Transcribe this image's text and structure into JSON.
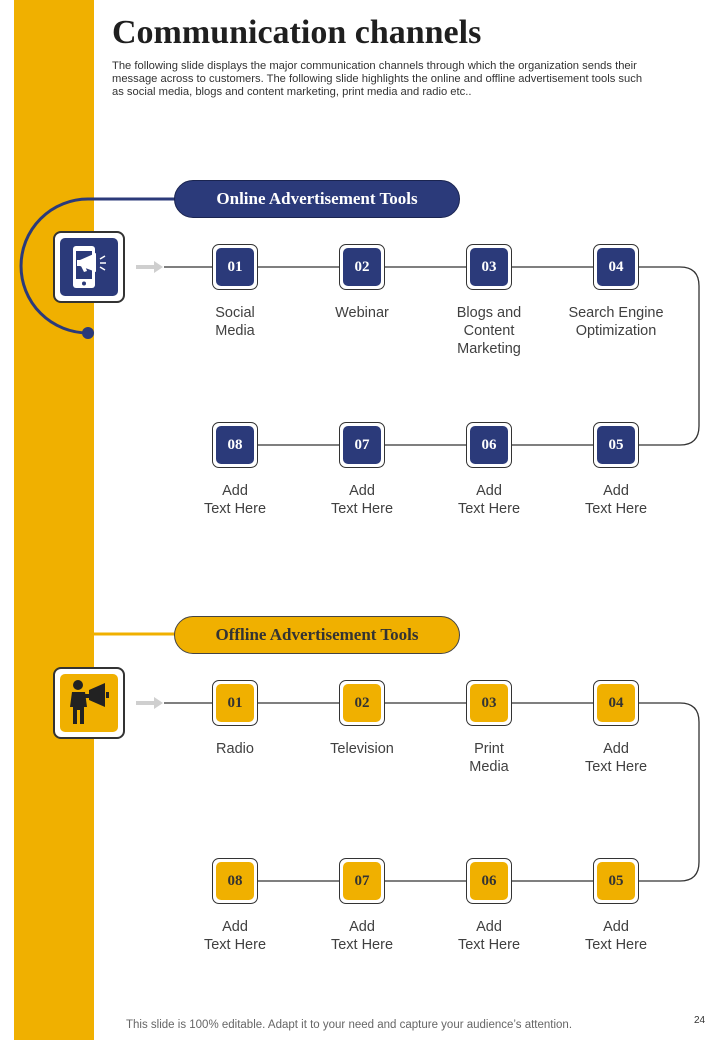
{
  "title": "Communication channels",
  "subtitle": "The following slide displays the major communication channels through which the organization sends their message across to customers. The following slide highlights the online and offline advertisement tools such as social media, blogs and content marketing, print media and radio etc..",
  "online": {
    "heading": "Online Advertisement Tools",
    "icon": "phone-megaphone-icon",
    "top_row": [
      {
        "num": "01",
        "label": "Social\nMedia"
      },
      {
        "num": "02",
        "label": "Webinar"
      },
      {
        "num": "03",
        "label": "Blogs and\nContent\nMarketing"
      },
      {
        "num": "04",
        "label": "Search Engine\nOptimization"
      }
    ],
    "bottom_row": [
      {
        "num": "08",
        "label": "Add\nText Here"
      },
      {
        "num": "07",
        "label": "Add\nText Here"
      },
      {
        "num": "06",
        "label": "Add\nText Here"
      },
      {
        "num": "05",
        "label": "Add\nText Here"
      }
    ]
  },
  "offline": {
    "heading": "Offline Advertisement Tools",
    "icon": "person-megaphone-icon",
    "top_row": [
      {
        "num": "01",
        "label": "Radio"
      },
      {
        "num": "02",
        "label": "Television"
      },
      {
        "num": "03",
        "label": "Print\nMedia"
      },
      {
        "num": "04",
        "label": "Add\nText Here"
      }
    ],
    "bottom_row": [
      {
        "num": "08",
        "label": "Add\nText Here"
      },
      {
        "num": "07",
        "label": "Add\nText Here"
      },
      {
        "num": "06",
        "label": "Add\nText Here"
      },
      {
        "num": "05",
        "label": "Add\nText Here"
      }
    ]
  },
  "footer": "This slide is 100% editable. Adapt it to your need and capture your audience’s attention.",
  "page_number": "24",
  "colors": {
    "navy": "#2B3A7A",
    "gold": "#F0B000"
  }
}
